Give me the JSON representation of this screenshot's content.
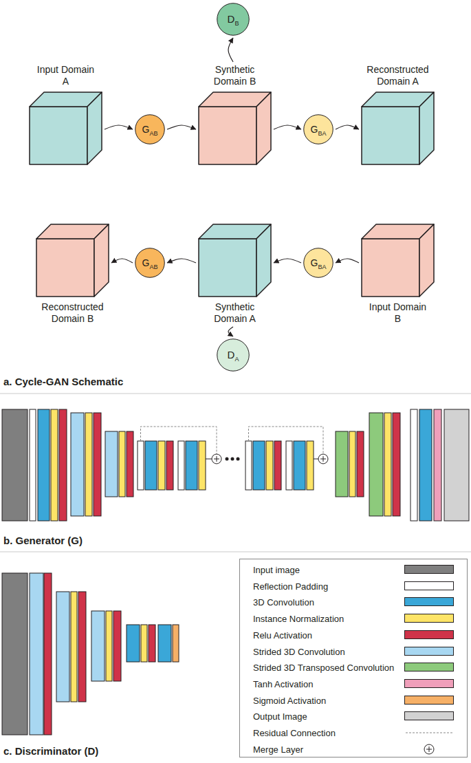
{
  "diagram": {
    "nodes": [
      {
        "text": [
          "D",
          "B"
        ]
      },
      {
        "text": [
          "Input Domain A"
        ]
      },
      {
        "text": [
          "G",
          "AB"
        ]
      },
      {
        "text": [
          "Synthetic Domain B"
        ]
      },
      {
        "text": [
          "G",
          "BA"
        ]
      },
      {
        "text": [
          "Reconstructed Domain A"
        ]
      },
      {
        "text": [
          "Reconstructed Domain B"
        ]
      },
      {
        "text": [
          "G",
          "AB"
        ]
      },
      {
        "text": [
          "Synthetic Domain A"
        ]
      },
      {
        "text": [
          "G",
          "BA"
        ]
      },
      {
        "text": [
          "Input Domain B"
        ]
      },
      {
        "text": [
          "D",
          "A"
        ]
      }
    ],
    "edges": [
      {
        "from": 1,
        "to": 2,
        "arrow": "to"
      },
      {
        "from": 2,
        "to": 3,
        "arrow": "to"
      },
      {
        "from": 3,
        "to": 0,
        "arrow": "to"
      },
      {
        "from": 3,
        "to": 4,
        "arrow": "to"
      },
      {
        "from": 4,
        "to": 5,
        "arrow": "to"
      },
      {
        "from": 10,
        "to": 9,
        "arrow": "to"
      },
      {
        "from": 9,
        "to": 8,
        "arrow": "to"
      },
      {
        "from": 8,
        "to": 7,
        "arrow": "to"
      },
      {
        "from": 7,
        "to": 6,
        "arrow": "to"
      },
      {
        "from": 8,
        "to": 11,
        "arrow": "to"
      }
    ],
    "labels": [
      "a. Cycle-GAN Schematic",
      "b. Generator (G)",
      "c. Discriminator (D)"
    ],
    "legend": [
      {
        "text": "Input image",
        "color": "#7f7f7f"
      },
      {
        "text": "Reflection Padding",
        "color": "#ffffff"
      },
      {
        "text": "3D Convolution",
        "color": "#3aa7d8"
      },
      {
        "text": "Instance Normalization",
        "color": "#fde467"
      },
      {
        "text": "Relu Activation",
        "color": "#cf3349"
      },
      {
        "text": "Strided 3D Convolution",
        "color": "#a8d7f1"
      },
      {
        "text": "Strided 3D Transposed Convolution",
        "color": "#8dca7c"
      },
      {
        "text": "Tanh Activation",
        "color": "#f09fba"
      },
      {
        "text": "Sigmoid Activation",
        "color": "#f6b067"
      },
      {
        "text": "Output Image",
        "color": "#d2d2d2"
      },
      {
        "text": "Residual Connection"
      },
      {
        "text": "Merge Layer"
      }
    ]
  }
}
